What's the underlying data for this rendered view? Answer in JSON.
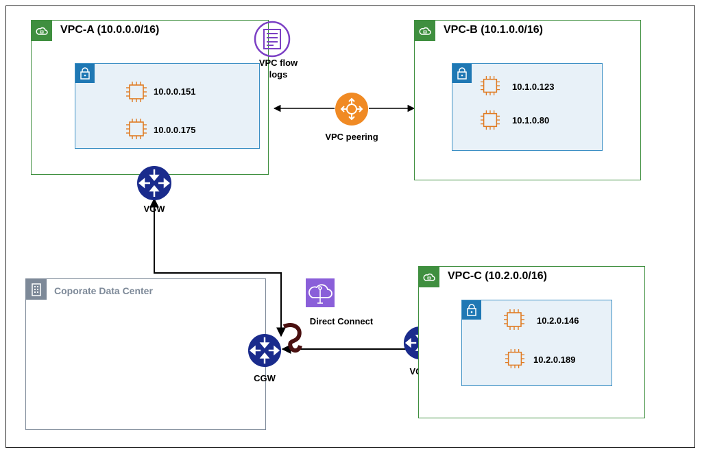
{
  "vpc_a": {
    "title": "VPC-A (10.0.0.0/16)",
    "instances": [
      "10.0.0.151",
      "10.0.0.175"
    ]
  },
  "vpc_b": {
    "title": "VPC-B (10.1.0.0/16)",
    "instances": [
      "10.1.0.123",
      "10.1.0.80"
    ]
  },
  "vpc_c": {
    "title": "VPC-C (10.2.0.0/16)",
    "instances": [
      "10.2.0.146",
      "10.2.0.189"
    ]
  },
  "flow_logs": {
    "label_line1": "VPC flow",
    "label_line2": "logs"
  },
  "peering": {
    "label": "VPC peering"
  },
  "vgw_a": {
    "label": "VGW"
  },
  "vgw_c": {
    "label": "VGW"
  },
  "cgw": {
    "label": "CGW"
  },
  "data_center": {
    "title": "Coporate Data Center"
  },
  "direct_connect": {
    "label": "Direct Connect"
  },
  "colors": {
    "vpc_border": "#3f8f3f",
    "subnet_border": "#3b8fc4",
    "subnet_fill": "#e8f1f8",
    "instance": "#e07b22",
    "router": "#1a2b8c",
    "peering": "#f08a24",
    "flow_logs": "#7b3fc4",
    "direct_connect": "#8a5fd9"
  }
}
